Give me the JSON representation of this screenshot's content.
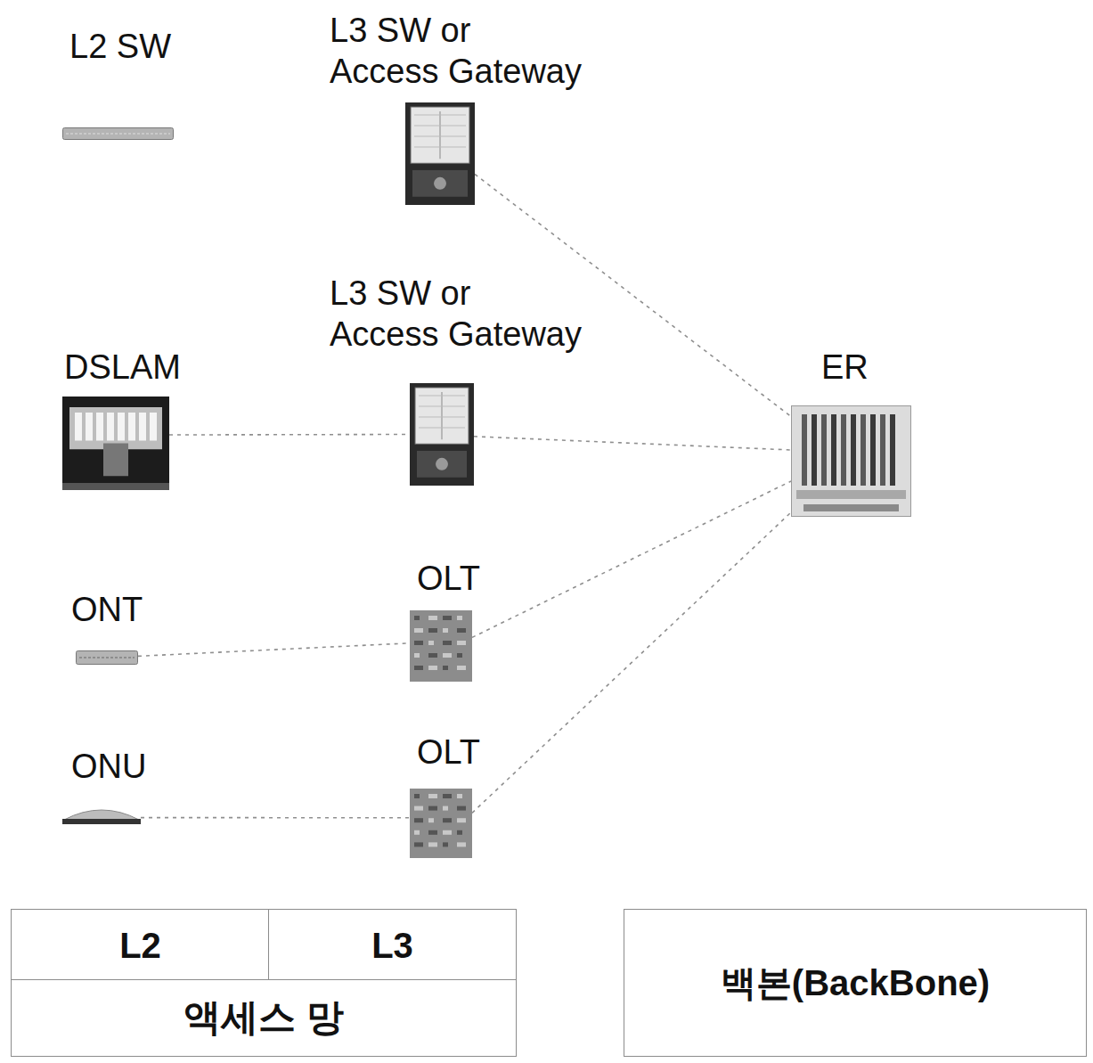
{
  "diagram": {
    "nodes": [
      {
        "text": [
          "L2 SW"
        ]
      },
      {
        "text": [
          "L3 SW or Access Gateway"
        ]
      },
      {
        "text": [
          "DSLAM"
        ]
      },
      {
        "text": [
          "L3 SW or Access Gateway"
        ]
      },
      {
        "text": [
          "ER"
        ]
      },
      {
        "text": [
          "ONT"
        ]
      },
      {
        "text": [
          "OLT"
        ]
      },
      {
        "text": [
          "ONU"
        ]
      },
      {
        "text": [
          "OLT"
        ]
      },
      {
        "text": [
          "L2"
        ]
      },
      {
        "text": [
          "L3"
        ]
      },
      {
        "text": [
          "액세스 망"
        ]
      },
      {
        "text": [
          "백본(BackBone)"
        ]
      }
    ],
    "edges": [
      {
        "from": 1,
        "to": 4,
        "arrow": "none"
      },
      {
        "from": 2,
        "to": 3,
        "arrow": "none"
      },
      {
        "from": 3,
        "to": 4,
        "arrow": "none"
      },
      {
        "from": 5,
        "to": 6,
        "arrow": "none"
      },
      {
        "from": 6,
        "to": 4,
        "arrow": "none"
      },
      {
        "from": 7,
        "to": 8,
        "arrow": "none"
      },
      {
        "from": 8,
        "to": 4,
        "arrow": "none"
      }
    ]
  }
}
